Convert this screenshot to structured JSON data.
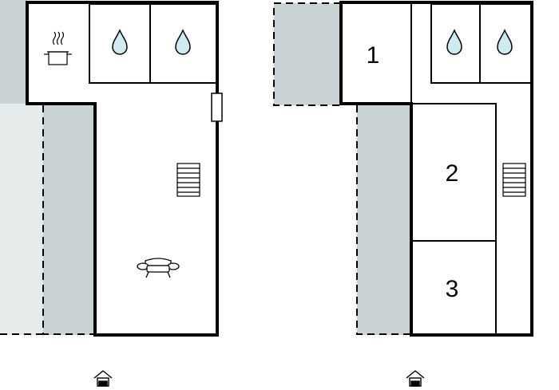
{
  "floor_plans": [
    {
      "level": "ground",
      "rooms": [
        {
          "kind": "kitchen",
          "icon": "cooking-pot-icon"
        },
        {
          "kind": "bathroom",
          "icon": "water-drop-icon"
        },
        {
          "kind": "bathroom",
          "icon": "water-drop-icon"
        },
        {
          "kind": "living-room",
          "icon": "sofa-icon"
        }
      ],
      "features": [
        "staircase-icon",
        "door-icon",
        "entrance-icon"
      ]
    },
    {
      "level": "upper",
      "rooms": [
        {
          "label": "1"
        },
        {
          "kind": "bathroom",
          "icon": "water-drop-icon"
        },
        {
          "kind": "bathroom",
          "icon": "water-drop-icon"
        },
        {
          "label": "2"
        },
        {
          "label": "3"
        }
      ],
      "features": [
        "staircase-icon",
        "entrance-icon"
      ]
    }
  ],
  "colors": {
    "wall": "#000000",
    "terrace_light": "#e6ecec",
    "terrace_shaded": "#c9d2d4",
    "water_drop": "#cfeaf0"
  }
}
